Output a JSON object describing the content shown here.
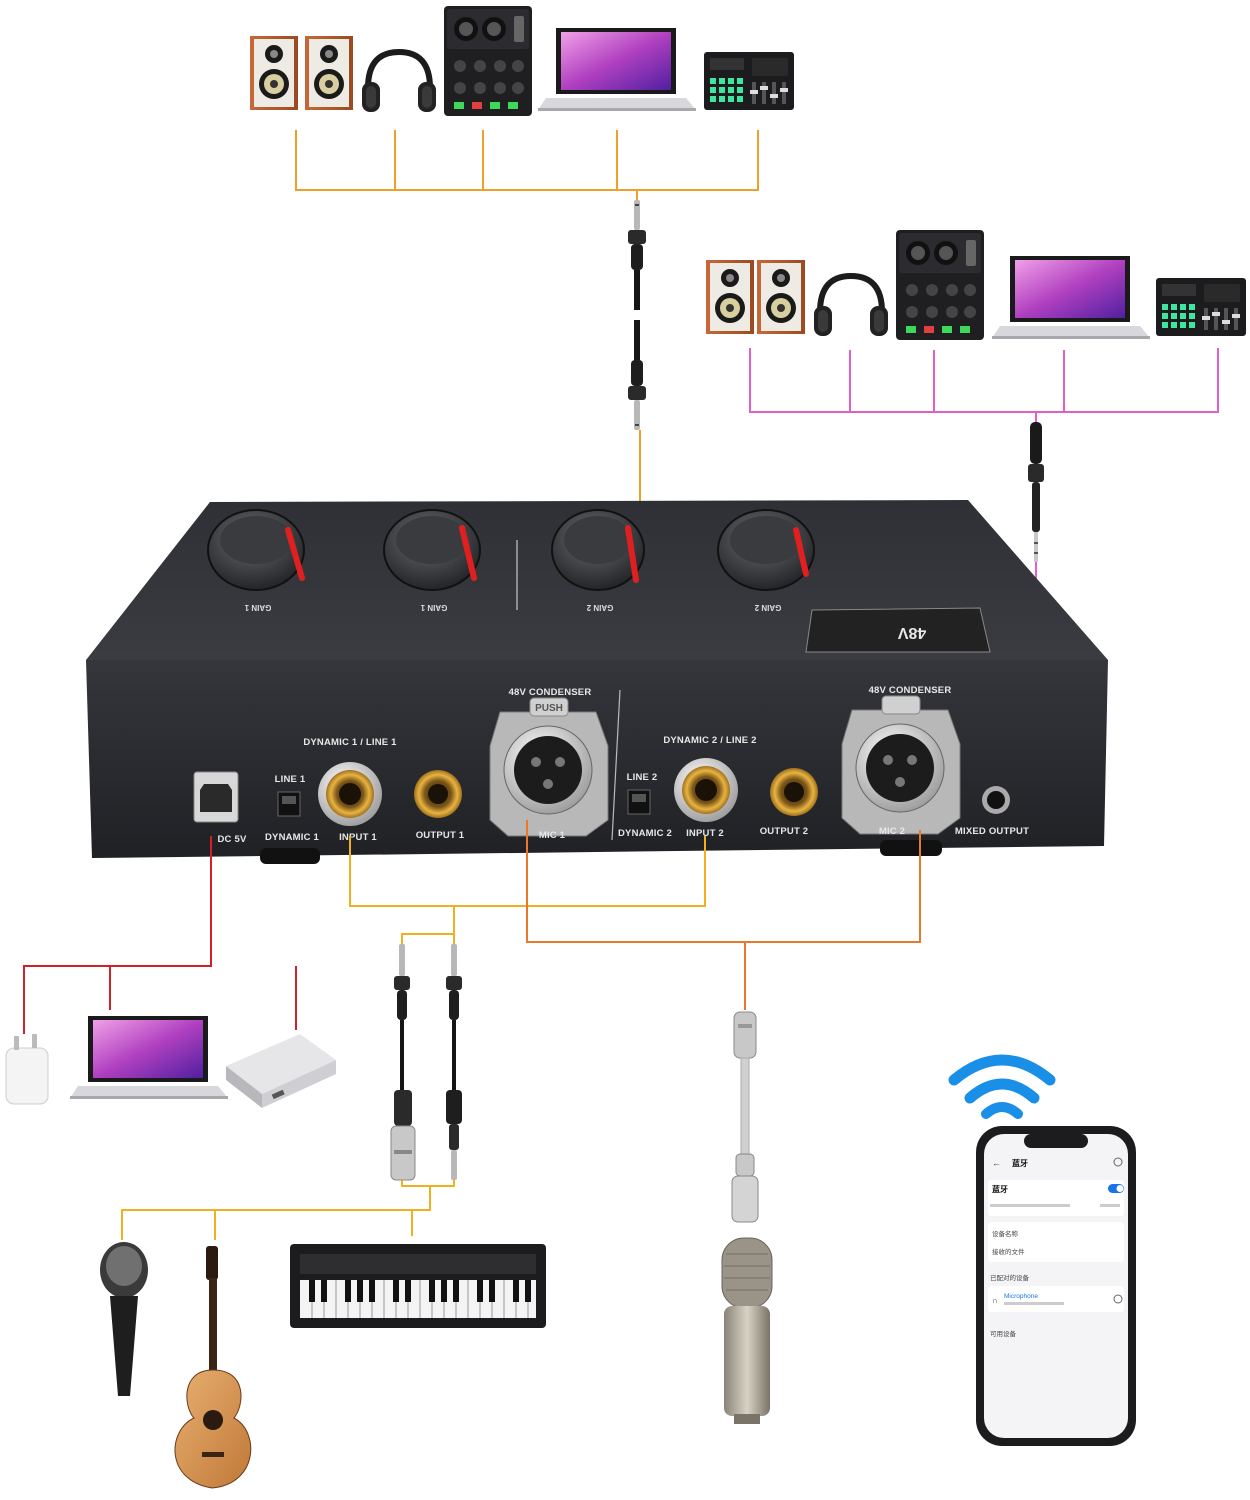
{
  "mixer": {
    "gain_labels": [
      "GAIN 1",
      "GAIN 1",
      "GAIN 2",
      "GAIN 2"
    ],
    "phantom_label": "48V",
    "ports": {
      "dc": "DC 5V",
      "line1": "LINE 1",
      "dynamic1_switch": "DYNAMIC 1",
      "input1": "INPUT 1",
      "output1": "OUTPUT 1",
      "group1": "DYNAMIC 1 / LINE 1",
      "condenser1": "48V CONDENSER",
      "push": "PUSH",
      "mic1": "MIC 1",
      "group2": "DYNAMIC 2 / LINE 2",
      "line2": "LINE 2",
      "dynamic2_switch": "DYNAMIC 2",
      "input2": "INPUT 2",
      "output2": "OUTPUT 2",
      "condenser2": "48V CONDENSER",
      "mic2": "MIC 2",
      "mixed_output": "MIXED OUTPUT"
    }
  },
  "phone": {
    "title": "蓝牙",
    "toggle_label": "蓝牙",
    "row_device_name": "设备名称",
    "row_received_files": "接收的文件",
    "section_paired": "已配对的设备",
    "paired_device": "Microphone",
    "section_available": "可用设备"
  },
  "colors": {
    "orange_line": "#f0a028",
    "pink_line": "#e060c8",
    "red_line": "#d0202a",
    "yellow_line": "#f0b020",
    "wifi_blue": "#1a8fe8",
    "mixer_body": "#2a2c31"
  },
  "icons": [
    "speaker-icon",
    "headphones-icon",
    "audio-interface-icon",
    "laptop-icon",
    "sound-card-icon",
    "power-adapter-icon",
    "power-bank-icon",
    "microphone-icon",
    "guitar-icon",
    "keyboard-icon",
    "condenser-mic-icon",
    "smartphone-icon",
    "wifi-icon",
    "jack-cable-icon",
    "xlr-cable-icon"
  ]
}
